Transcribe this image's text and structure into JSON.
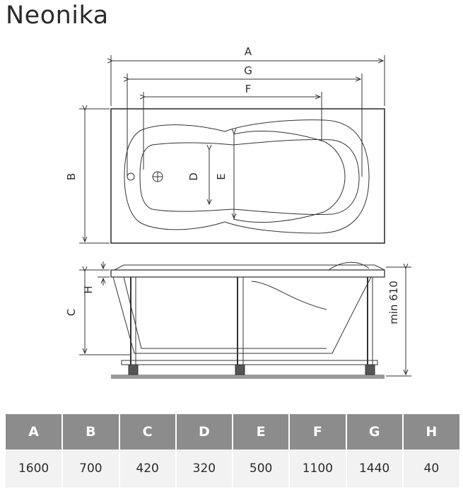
{
  "title": "Neonika",
  "labels": {
    "A": "A",
    "B": "B",
    "C": "C",
    "D": "D",
    "E": "E",
    "F": "F",
    "G": "G",
    "H": "H",
    "min_height": "min 610"
  },
  "table": {
    "headers": [
      "A",
      "B",
      "C",
      "D",
      "E",
      "F",
      "G",
      "H"
    ],
    "values": [
      "1600",
      "700",
      "420",
      "320",
      "500",
      "1100",
      "1440",
      "40"
    ]
  }
}
